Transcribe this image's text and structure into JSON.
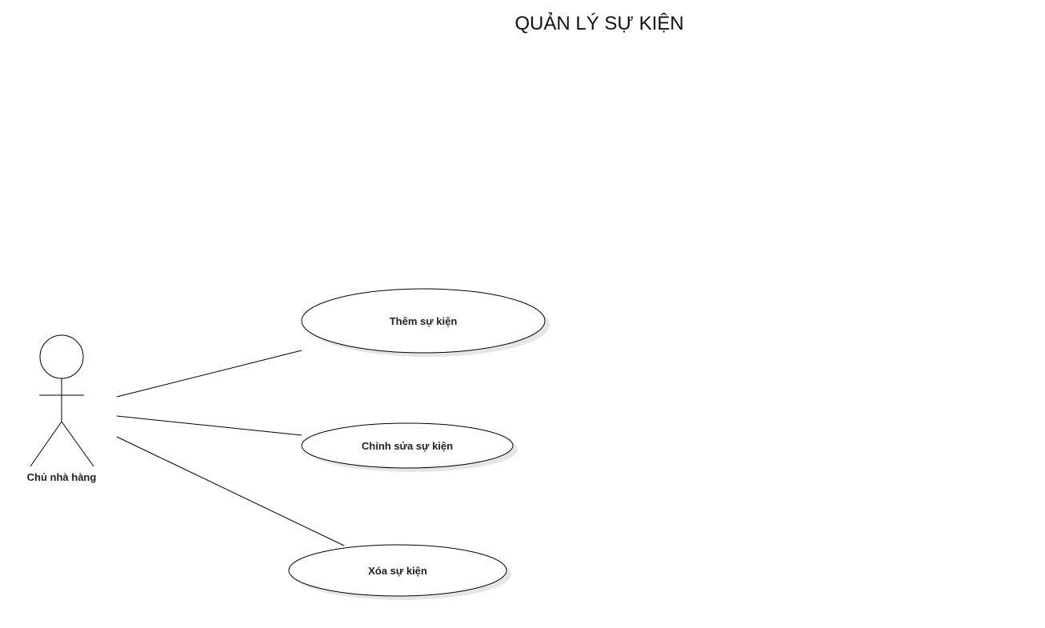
{
  "title": "QUẢN LÝ SỰ KIỆN",
  "actor": {
    "name": "Chủ nhà hàng"
  },
  "use_cases": [
    {
      "label": "Thêm sự kiện"
    },
    {
      "label": "Chỉnh sửa sự kiện"
    },
    {
      "label": "Xóa sự kiện"
    }
  ],
  "associations": [
    {
      "from": "Chủ nhà hàng",
      "to": "Thêm sự kiện"
    },
    {
      "from": "Chủ nhà hàng",
      "to": "Chỉnh sửa sự kiện"
    },
    {
      "from": "Chủ nhà hàng",
      "to": "Xóa sự kiện"
    }
  ]
}
